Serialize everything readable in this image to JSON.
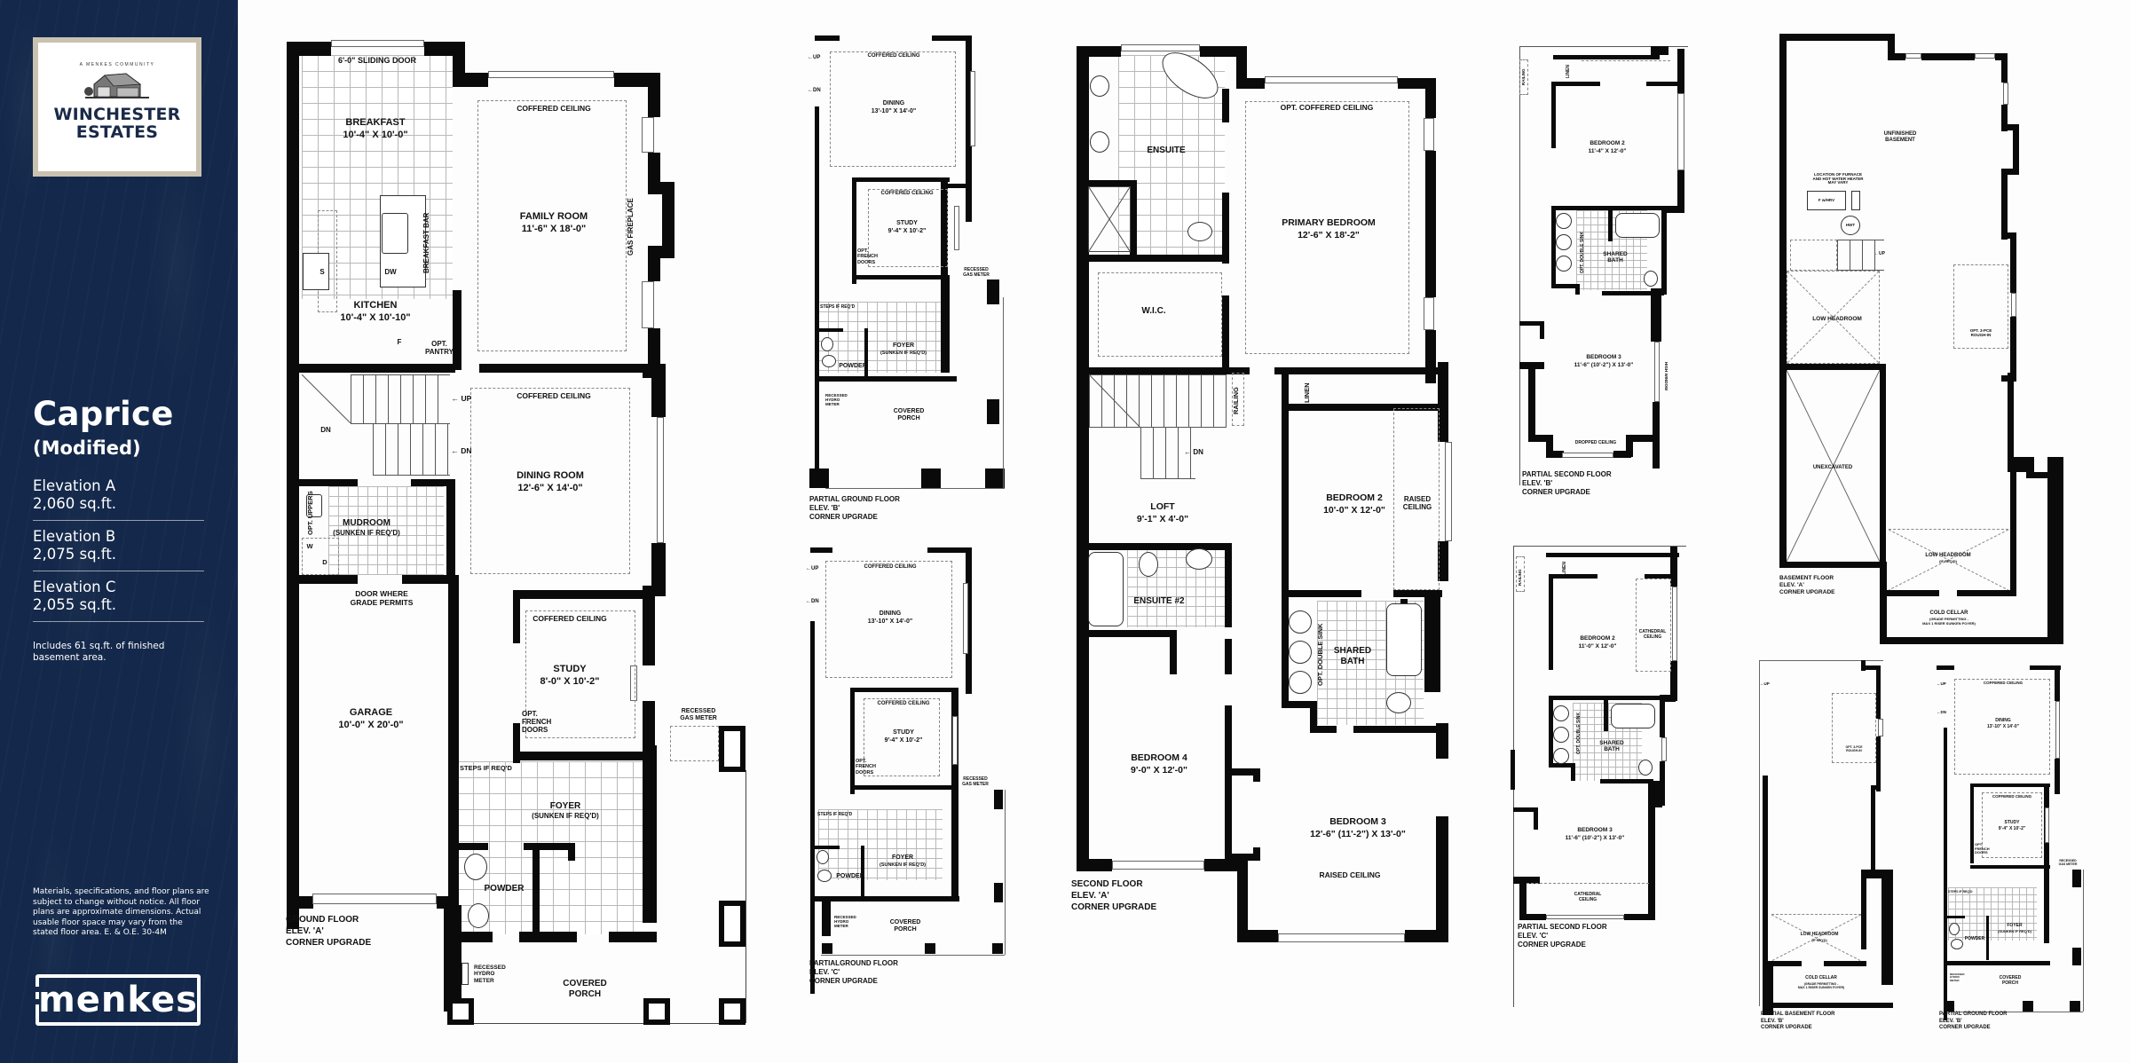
{
  "sidebar": {
    "logo": {
      "tagline": "A Menkes Community",
      "title_line1": "WINCHESTER",
      "title_line2": "ESTATES",
      "icon": "barn-illustration-icon"
    },
    "model_name": "Caprice",
    "model_variant": "(Modified)",
    "elevations": [
      {
        "name": "Elevation A",
        "sqft": "2,060 sq.ft."
      },
      {
        "name": "Elevation B",
        "sqft": "2,075 sq.ft."
      },
      {
        "name": "Elevation C",
        "sqft": "2,055 sq.ft."
      }
    ],
    "basement_note": "Includes 61 sq.ft. of finished basement area.",
    "disclaimer": "Materials, specifications, and floor plans are subject to change without notice. All floor plans are approximate dimensions. Actual usable floor space may vary from the stated floor area. E. & O.E. 30-4M",
    "builder_logo": "menkes",
    "colors": {
      "sidebar_bg": "#13284a",
      "logo_frame": "#c9c2b1",
      "logo_text": "#1a2a48",
      "wall": "#0a0a0a"
    }
  },
  "ground_floor_a": {
    "caption": [
      "GROUND FLOOR",
      "ELEV. 'A'",
      "CORNER UPGRADE"
    ],
    "sliding_door": "6'-0\" SLIDING DOOR",
    "breakfast": {
      "name": "BREAKFAST",
      "dims": "10'-4\" X 10'-0\""
    },
    "kitchen": {
      "name": "KITCHEN",
      "dims": "10'-4\" X 10'-10\""
    },
    "family_room": {
      "name": "FAMILY ROOM",
      "dims": "11'-6\" X 18'-0\"",
      "ceiling": "COFFERED CEILING"
    },
    "gas_fireplace": "GAS FIREPLACE",
    "breakfast_bar": "BREAKFAST BAR",
    "dw": "DW",
    "s": "S",
    "f": "F",
    "pantry": [
      "OPT.",
      "PANTRY"
    ],
    "up": "UP",
    "dn": "DN",
    "dn2": "DN",
    "dining_room": {
      "name": "DINING ROOM",
      "dims": "12'-6\" X 14'-0\"",
      "ceiling": "COFFERED CEILING"
    },
    "mudroom": {
      "name": "MUDROOM",
      "note": "(SUNKEN IF REQ'D)"
    },
    "opt_uppers": "OPT. UPPERS",
    "w": "W",
    "d": "D",
    "door_grade": [
      "DOOR WHERE",
      "GRADE PERMITS"
    ],
    "garage": {
      "name": "GARAGE",
      "dims": "10'-0\" X 20'-0\""
    },
    "study": {
      "name": "STUDY",
      "dims": "8'-0\" X 10'-2\"",
      "ceiling": "COFFERED CEILING"
    },
    "french_doors": [
      "OPT.",
      "FRENCH",
      "DOORS"
    ],
    "gas_meter": [
      "RECESSED",
      "GAS METER"
    ],
    "steps": "STEPS IF REQ'D",
    "foyer": {
      "name": "FOYER",
      "note": "(SUNKEN IF REQ'D)"
    },
    "powder": "POWDER",
    "hydro_meter": [
      "RECESSED",
      "HYDRO",
      "METER"
    ],
    "porch": [
      "COVERED",
      "PORCH"
    ]
  },
  "partial_ground_b": {
    "caption": [
      "PARTIAL GROUND FLOOR",
      "ELEV. 'B'",
      "CORNER UPGRADE"
    ],
    "dining": {
      "name": "DINING",
      "dims": "13'-10\" X 14'-0\"",
      "ceiling": "COFFERED CEILING"
    },
    "study": {
      "name": "STUDY",
      "dims": "9'-4\" X 10'-2\"",
      "ceiling": "COFFERED CEILING"
    },
    "french_doors": [
      "OPT.",
      "FRENCH",
      "DOORS"
    ],
    "gas_meter": [
      "RECESSED",
      "GAS METER"
    ],
    "steps": "STEPS IF REQ'D",
    "foyer": {
      "name": "FOYER",
      "note": "(SUNKEN IF REQ'D)"
    },
    "powder": "POWDER",
    "hydro_meter": [
      "RECESSED",
      "HYDRO",
      "METER"
    ],
    "porch": [
      "COVERED",
      "PORCH"
    ],
    "up": "UP",
    "dn": "DN"
  },
  "partial_ground_c": {
    "caption": [
      "PARTIALGROUND FLOOR",
      "ELEV. 'C'",
      "CORNER UPGRADE"
    ],
    "dining": {
      "name": "DINING",
      "dims": "13'-10\" X 14'-0\"",
      "ceiling": "COFFERED CEILING"
    },
    "study": {
      "name": "STUDY",
      "dims": "9'-4\" X 10'-2\"",
      "ceiling": "COFFERED CEILING"
    },
    "french_doors": [
      "OPT.",
      "FRENCH",
      "DOORS"
    ],
    "gas_meter": [
      "RECESSED",
      "GAS METER"
    ],
    "steps": "STEPS IF REQ'D",
    "foyer": {
      "name": "FOYER",
      "note": "(SUNKEN IF REQ'D)"
    },
    "powder": "POWDER",
    "hydro_meter": [
      "RECESSED",
      "HYDRO",
      "METER"
    ],
    "porch": [
      "COVERED",
      "PORCH"
    ],
    "up": "UP",
    "dn": "DN"
  },
  "second_floor_a": {
    "caption": [
      "SECOND FLOOR",
      "ELEV. 'A'",
      "CORNER UPGRADE"
    ],
    "ensuite": "ENSUITE",
    "primary_bedroom": {
      "name": "PRIMARY BEDROOM",
      "dims": "12'-6\" X 18'-2\"",
      "ceiling": "OPT. COFFERED CEILING"
    },
    "wic": "W.I.C.",
    "railing": "RAILING",
    "linen": "LINEN",
    "dn": "DN",
    "loft": {
      "name": "LOFT",
      "dims": "9'-1\" X 4'-0\""
    },
    "bedroom2": {
      "name": "BEDROOM 2",
      "dims": "10'-0\" X 12'-0\""
    },
    "raised_ceiling": [
      "RAISED",
      "CEILING"
    ],
    "ensuite2": "ENSUITE #2",
    "double_sink": "OPT. DOUBLE SINK",
    "shared_bath": [
      "SHARED",
      "BATH"
    ],
    "bedroom4": {
      "name": "BEDROOM 4",
      "dims": "9'-0\" X 12'-0\""
    },
    "bedroom3": {
      "name": "BEDROOM 3",
      "dims": "12'-6\" (11'-2\") X 13'-0\"",
      "ceiling": "RAISED CEILING"
    }
  },
  "partial_second_b": {
    "caption": [
      "PARTIAL SECOND FLOOR",
      "ELEV. 'B'",
      "CORNER UPGRADE"
    ],
    "railing": "RAILING",
    "linen": "LINEN",
    "bedroom2": {
      "name": "BEDROOM 2",
      "dims": "11'-4\" X 12'-0\""
    },
    "double_sink": "OPT. DOUBLE SINK",
    "shared_bath": [
      "SHARED",
      "BATH"
    ],
    "bedroom3": {
      "name": "BEDROOM 3",
      "dims": "11'-6\" (10'-2\") X 13'-0\""
    },
    "high_window": "HIGH WINDOW",
    "dropped_ceiling": "DROPPED CEILING"
  },
  "partial_second_c": {
    "caption": [
      "PARTIAL SECOND FLOOR",
      "ELEV. 'C'",
      "CORNER UPGRADE"
    ],
    "railing": "RAILING",
    "linen": "LINEN",
    "bedroom2": {
      "name": "BEDROOM 2",
      "dims": "11'-0\" X 12'-0\""
    },
    "cathedral": [
      "CATHEDRAL",
      "CEILING"
    ],
    "double_sink": "OPT. DOUBLE SINK",
    "shared_bath": [
      "SHARED",
      "BATH"
    ],
    "bedroom3": {
      "name": "BEDROOM 3",
      "dims": "11'-6\" (10'-2\") X 13'-0\""
    },
    "cathedral2": [
      "CATHEDRAL",
      "CEILING"
    ]
  },
  "basement_a": {
    "caption": [
      "BASEMENT FLOOR",
      "ELEV. 'A'",
      "CORNER UPGRADE"
    ],
    "unfinished": [
      "UNFINISHED",
      "BASEMENT"
    ],
    "furnace_note": [
      "LOCATION OF FURNACE",
      "AND HOT WATER HEATER",
      "MAY VARY"
    ],
    "furnace": "F w/HRV",
    "hwt": "HWT",
    "up": "UP",
    "low_headroom": "LOW HEADROOM",
    "rough_in": [
      "OPT. 3-PCE",
      "ROUGH-IN"
    ],
    "unexcavated": "UNEXCAVATED",
    "low_headroom2": {
      "name": "LOW HEADROOM",
      "note": "(IF REQ'D)"
    },
    "cold_cellar": {
      "name": "COLD CELLAR",
      "note1": "(GRADE PERMITTING -",
      "note2": "MAX 1 RISER SUNKEN FOYER)"
    }
  },
  "partial_basement_b": {
    "caption": [
      "PARTIAL BASEMENT FLOOR",
      "ELEV. 'B'",
      "CORNER UPGRADE"
    ],
    "up": "UP",
    "rough_in": [
      "OPT. 3-PCE",
      "ROUGH-IN"
    ],
    "low_headroom": {
      "name": "LOW HEADROOM",
      "note": "(IF REQ'D)"
    },
    "cold_cellar": {
      "name": "COLD CELLAR",
      "note1": "(GRADE PERMITTING -",
      "note2": "MAX 1 RISER SUNKEN FOYER)"
    }
  },
  "partial_ground_b2": {
    "caption": [
      "PARTIAL GROUND FLOOR",
      "ELEV. 'B'",
      "CORNER UPGRADE"
    ],
    "dining": {
      "name": "DINING",
      "dims": "13'-10\" X 14'-0\"",
      "ceiling": "COFFERED CEILING"
    },
    "study": {
      "name": "STUDY",
      "dims": "9'-4\" X 10'-2\"",
      "ceiling": "COFFERED CEILING"
    },
    "french_doors": [
      "OPT.",
      "FRENCH",
      "DOORS"
    ],
    "gas_meter": [
      "RECESSED",
      "GAS METER"
    ],
    "steps": "STEPS IF REQ'D",
    "foyer": {
      "name": "FOYER",
      "note": "(SUNKEN IF REQ'D)"
    },
    "powder": "POWDER",
    "hydro_meter": [
      "RECESSED",
      "HYDRO",
      "METER"
    ],
    "porch": [
      "COVERED",
      "PORCH"
    ],
    "up": "UP",
    "dn": "DN"
  }
}
